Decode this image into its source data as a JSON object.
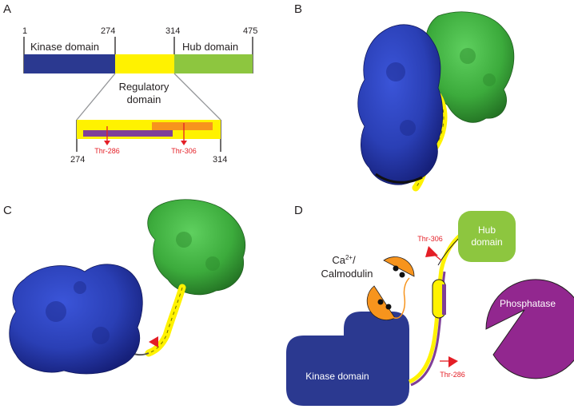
{
  "panels": [
    "A",
    "B",
    "C",
    "D"
  ],
  "panel_a": {
    "positions": [
      "1",
      "274",
      "314",
      "475"
    ],
    "kinase_label": "Kinase domain",
    "hub_label": "Hub domain",
    "regulatory_label_1": "Regulatory",
    "regulatory_label_2": "domain",
    "zoom_start": "274",
    "zoom_end": "314",
    "site_1": "Thr-286",
    "site_2": "Thr-306"
  },
  "panel_d": {
    "hub_label_1": "Hub",
    "hub_label_2": "domain",
    "calmodulin_label_1": "Ca",
    "calmodulin_superscript": "2+",
    "calmodulin_label_1_suffix": "/",
    "calmodulin_label_2": "Calmodulin",
    "kinase_label": "Kinase domain",
    "phosphatase_label": "Phosphatase",
    "site_1": "Thr-306",
    "site_2": "Thr-286"
  },
  "colors": {
    "kinase": "#2b3990",
    "regulatory": "#fff200",
    "hub": "#8dc63f",
    "hub_dark": "#39b54a",
    "phospho_site": "#e41e26",
    "calmodulin": "#f7941d",
    "inhibitory": "#7f3f98",
    "phosphatase": "#92278f"
  },
  "icons": [
    "phospho-triangle-icon",
    "calmodulin-icon"
  ]
}
